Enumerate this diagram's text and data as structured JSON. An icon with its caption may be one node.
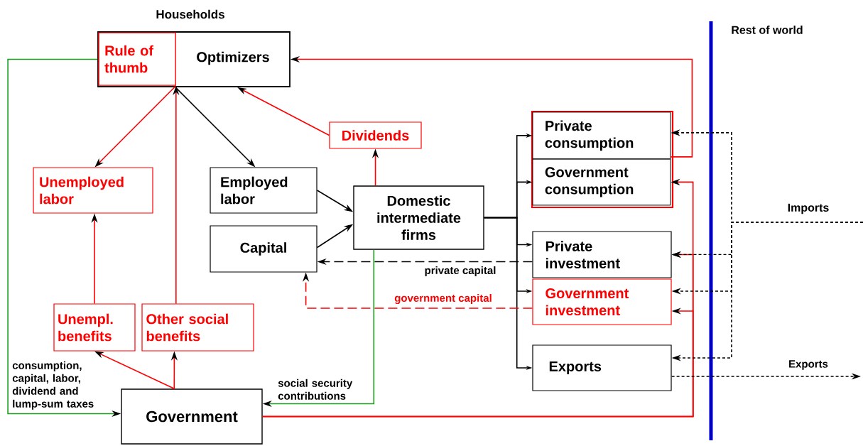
{
  "diagram": {
    "nodes": [
      {
        "text": [
          "Households",
          "Optimizers"
        ]
      },
      {
        "text": [
          "Rule of thumb"
        ],
        "in": 0
      },
      {
        "text": [
          "Unemployed labor"
        ]
      },
      {
        "text": [
          "Employed labor"
        ]
      },
      {
        "text": [
          "Dividends"
        ]
      },
      {
        "text": [
          "Capital"
        ]
      },
      {
        "text": [
          "Domestic intermediate firms"
        ]
      },
      {
        "text": [],
        "shape": "box"
      },
      {
        "text": [
          "Private consumption"
        ],
        "in": 7
      },
      {
        "text": [
          "Government consumption"
        ],
        "in": 7
      },
      {
        "text": [
          "Private investment"
        ]
      },
      {
        "text": [
          "Government investment"
        ]
      },
      {
        "text": [
          "Unempl. benefits"
        ]
      },
      {
        "text": [
          "Other social benefits"
        ]
      },
      {
        "text": [
          "Exports"
        ]
      },
      {
        "text": [
          "Government"
        ]
      }
    ],
    "edges": [
      {
        "from": 0,
        "to": 3,
        "arrow": "to"
      },
      {
        "from": 3,
        "to": 6,
        "arrow": "to"
      },
      {
        "from": 5,
        "to": 6,
        "arrow": "to"
      },
      {
        "from": 6,
        "to": 8,
        "arrow": "to"
      },
      {
        "from": 6,
        "to": 9,
        "arrow": "to"
      },
      {
        "from": 6,
        "to": 10,
        "arrow": "to"
      },
      {
        "from": 6,
        "to": 11,
        "arrow": "to"
      },
      {
        "from": 6,
        "to": 14,
        "arrow": "to"
      },
      {
        "from": 10,
        "to": 5,
        "arrow": "to",
        "style": "dashed",
        "label": "private capital"
      },
      {
        "from": 11,
        "to": 5,
        "arrow": "to",
        "style": "dashed",
        "color": "#ff0000",
        "label": "government capital"
      },
      {
        "from": 6,
        "to": 4,
        "arrow": "to",
        "color": "#ff0000"
      },
      {
        "from": 4,
        "to": 0,
        "arrow": "to",
        "color": "#ff0000"
      },
      {
        "from": 8,
        "to": 0,
        "arrow": "to",
        "color": "#ff0000"
      },
      {
        "from": 1,
        "to": 2,
        "arrow": "to",
        "color": "#ff0000"
      },
      {
        "from": 13,
        "to": 1,
        "arrow": "to",
        "color": "#ff0000"
      },
      {
        "from": 12,
        "to": 2,
        "arrow": "to",
        "color": "#ff0000"
      },
      {
        "from": 15,
        "to": 12,
        "arrow": "to",
        "color": "#ff0000"
      },
      {
        "from": 15,
        "to": 13,
        "arrow": "to",
        "color": "#ff0000"
      },
      {
        "from": 15,
        "to": 9,
        "arrow": "to",
        "color": "#ff0000"
      },
      {
        "from": 15,
        "to": 10,
        "arrow": "to",
        "color": "#ff0000"
      },
      {
        "from": 15,
        "to": 11,
        "arrow": "to",
        "color": "#ff0000"
      },
      {
        "from": 0,
        "to": 15,
        "arrow": "to",
        "color": "#1a9c1a",
        "label": "consumption, capital, labor, dividend and lump-sum taxes"
      },
      {
        "from": 6,
        "to": 15,
        "arrow": "to",
        "color": "#1a9c1a",
        "label": "social security contributions"
      },
      {
        "from": null,
        "to": 8,
        "arrow": "to",
        "style": "dashed"
      },
      {
        "from": null,
        "to": 10,
        "arrow": "to",
        "style": "dashed"
      },
      {
        "from": null,
        "to": 11,
        "arrow": "to",
        "style": "dashed"
      },
      {
        "from": null,
        "to": 14,
        "arrow": "to",
        "style": "dashed"
      },
      {
        "from": 14,
        "to": null,
        "arrow": "to",
        "style": "dashed",
        "label": "Exports"
      }
    ],
    "labels": [
      "Rest of world",
      "Imports"
    ]
  }
}
